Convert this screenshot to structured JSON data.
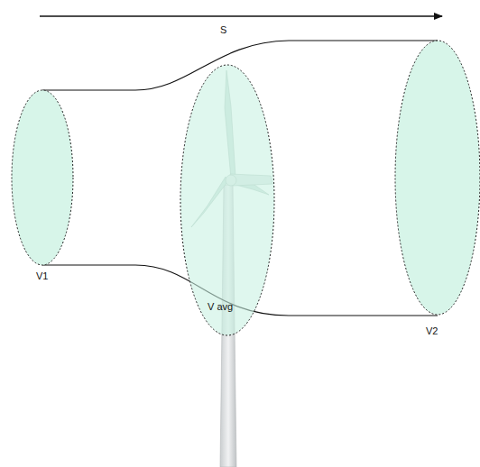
{
  "diagram": {
    "labels": [
      "S",
      "V1",
      "V avg",
      "V2"
    ]
  }
}
